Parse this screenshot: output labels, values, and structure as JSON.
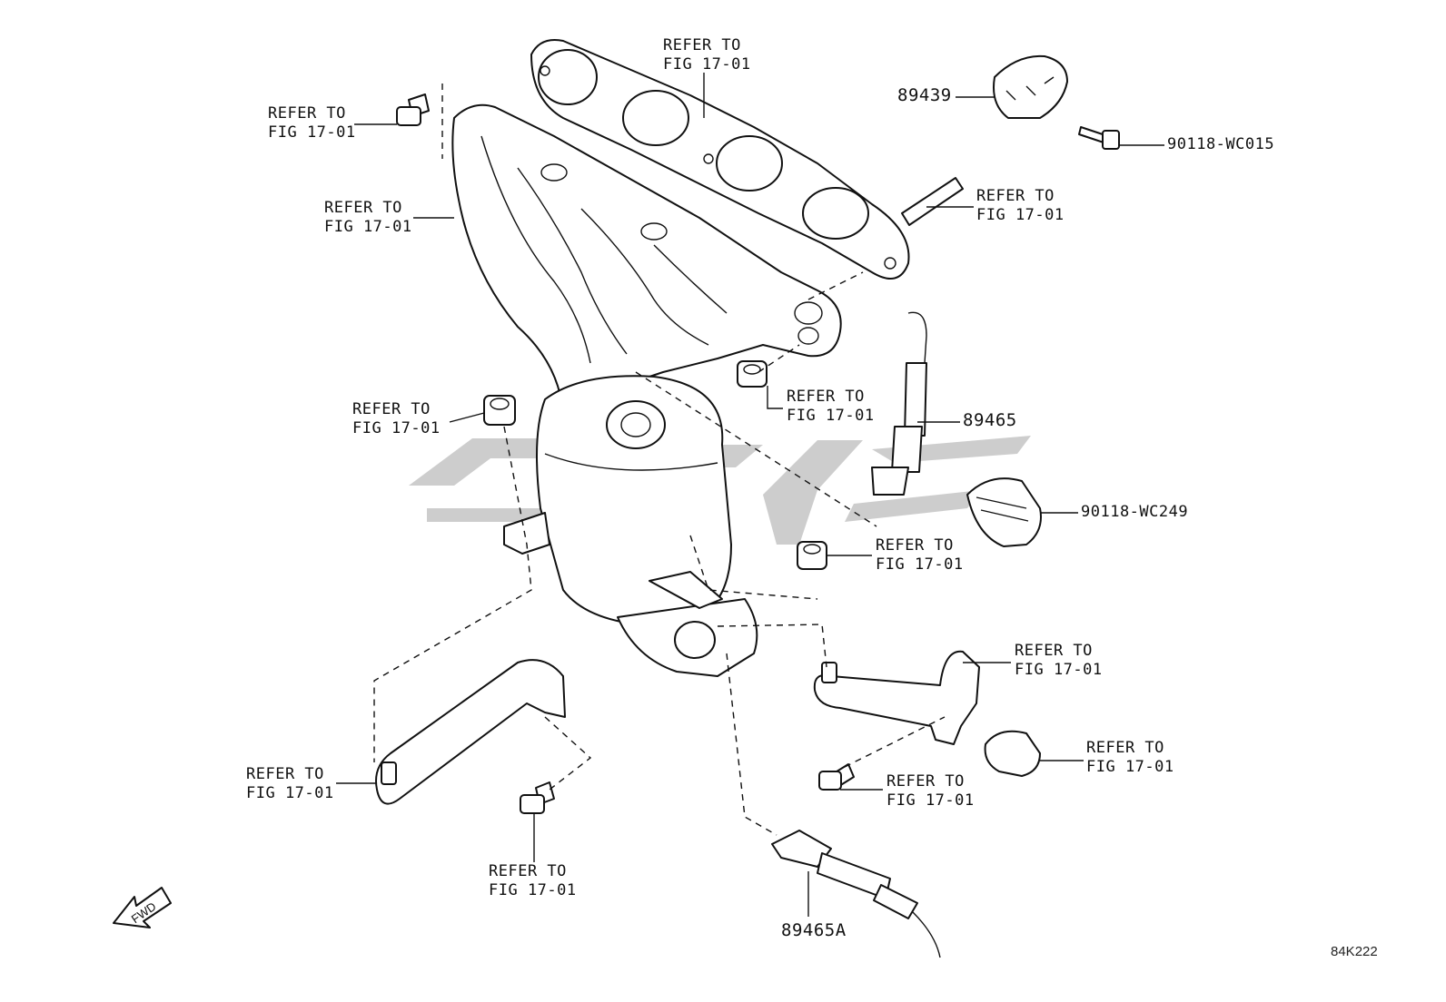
{
  "refer_label": "REFER TO\nFIG 17-01",
  "parts": {
    "heat_insulator": "89439",
    "bolt_top": "90118-WC015",
    "oxygen_sensor_upper": "89465",
    "clamp": "90118-WC249",
    "oxygen_sensor_lower": "89465A"
  },
  "fwd_label": "FWD",
  "diagram_code": "84K222"
}
